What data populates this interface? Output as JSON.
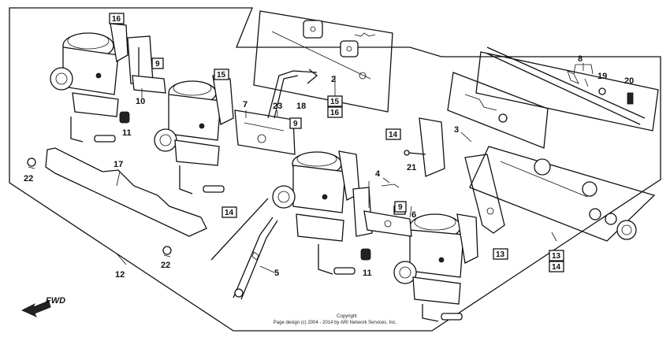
{
  "diagram": {
    "fwd_label": "FWD",
    "copyright_line1": "Copyright",
    "copyright_line2": "Page design (c) 2004 - 2014 by ARI Network Services, Inc.",
    "part_numbers": [
      "2",
      "3",
      "4",
      "5",
      "6",
      "7",
      "8",
      "10",
      "11",
      "11",
      "12",
      "17",
      "18",
      "19",
      "20",
      "21",
      "22",
      "22",
      "23"
    ],
    "boxed_numbers": [
      "16",
      "9",
      "15",
      "9",
      "9",
      "14",
      "14",
      "13",
      "15",
      "16",
      "13",
      "14"
    ]
  }
}
